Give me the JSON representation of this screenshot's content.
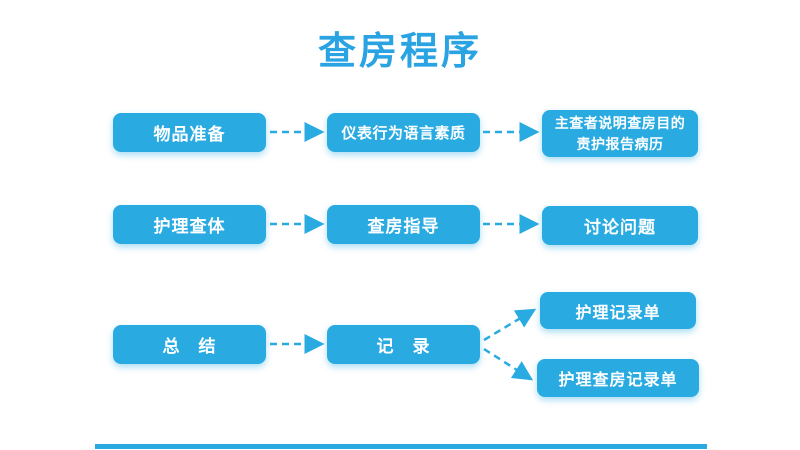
{
  "title": "查房程序",
  "colors": {
    "accent": "#29ABE2",
    "title": "#29A3E2",
    "box_text": "#FFFFFF",
    "background": "#FFFFFF"
  },
  "flowchart": {
    "row1": {
      "box1": "物品准备",
      "box2": "仪表行为语言素质",
      "box3_line1": "主查者说明查房目的",
      "box3_line2": "责护报告病历"
    },
    "row2": {
      "box1": "护理查体",
      "box2": "查房指导",
      "box3": "讨论问题"
    },
    "row3": {
      "box1": "总　结",
      "box2": "记　录",
      "branch_top": "护理记录单",
      "branch_bottom": "护理查房记录单"
    },
    "connections": [
      {
        "from": "物品准备",
        "to": "仪表行为语言素质",
        "style": "dashed-arrow"
      },
      {
        "from": "仪表行为语言素质",
        "to": "主查者说明查房目的责护报告病历",
        "style": "dashed-arrow"
      },
      {
        "from": "护理查体",
        "to": "查房指导",
        "style": "dashed-arrow"
      },
      {
        "from": "查房指导",
        "to": "讨论问题",
        "style": "dashed-arrow"
      },
      {
        "from": "总结",
        "to": "记录",
        "style": "dashed-arrow"
      },
      {
        "from": "记录",
        "to": "护理记录单",
        "style": "dashed-arrow"
      },
      {
        "from": "记录",
        "to": "护理查房记录单",
        "style": "dashed-arrow"
      }
    ]
  }
}
